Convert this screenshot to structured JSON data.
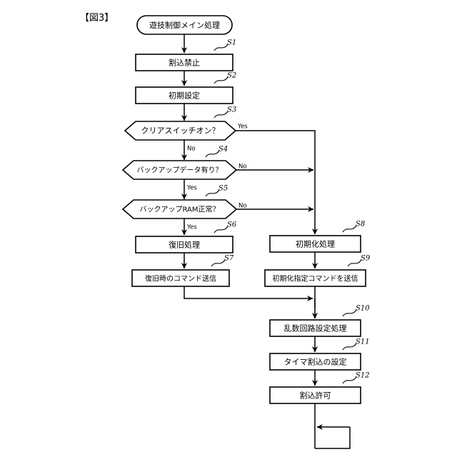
{
  "figure": {
    "label": "【図3】"
  },
  "diagram": {
    "type": "flowchart",
    "start": {
      "id": "start",
      "text": "遊技制御メイン処理",
      "shape": "terminator"
    },
    "nodes": [
      {
        "id": "S1",
        "step": "S1",
        "text": "割込禁止",
        "shape": "process",
        "column": "left"
      },
      {
        "id": "S2",
        "step": "S2",
        "text": "初期設定",
        "shape": "process",
        "column": "left"
      },
      {
        "id": "S3",
        "step": "S3",
        "text": "クリアスイッチオン？",
        "shape": "decision",
        "column": "left"
      },
      {
        "id": "S4",
        "step": "S4",
        "text": "バックアップデータ有り？",
        "shape": "decision",
        "column": "left"
      },
      {
        "id": "S5",
        "step": "S5",
        "text": "バックアップRAM正常？",
        "shape": "decision",
        "column": "left"
      },
      {
        "id": "S6",
        "step": "S6",
        "text": "復旧処理",
        "shape": "process",
        "column": "left"
      },
      {
        "id": "S7",
        "step": "S7",
        "text": "復旧時のコマンド送信",
        "shape": "process",
        "column": "left"
      },
      {
        "id": "S8",
        "step": "S8",
        "text": "初期化処理",
        "shape": "process",
        "column": "right"
      },
      {
        "id": "S9",
        "step": "S9",
        "text": "初期化指定コマンドを送信",
        "shape": "process",
        "column": "right"
      },
      {
        "id": "S10",
        "step": "S10",
        "text": "乱数回路設定処理",
        "shape": "process",
        "column": "right"
      },
      {
        "id": "S11",
        "step": "S11",
        "text": "タイマ割込の設定",
        "shape": "process",
        "column": "right"
      },
      {
        "id": "S12",
        "step": "S12",
        "text": "割込許可",
        "shape": "process",
        "column": "right"
      }
    ],
    "branch_labels": {
      "s3_yes": "Yes",
      "s3_no": "No",
      "s4_no": "No",
      "s4_yes": "Yes",
      "s5_no": "No",
      "s5_yes": "Yes"
    }
  }
}
